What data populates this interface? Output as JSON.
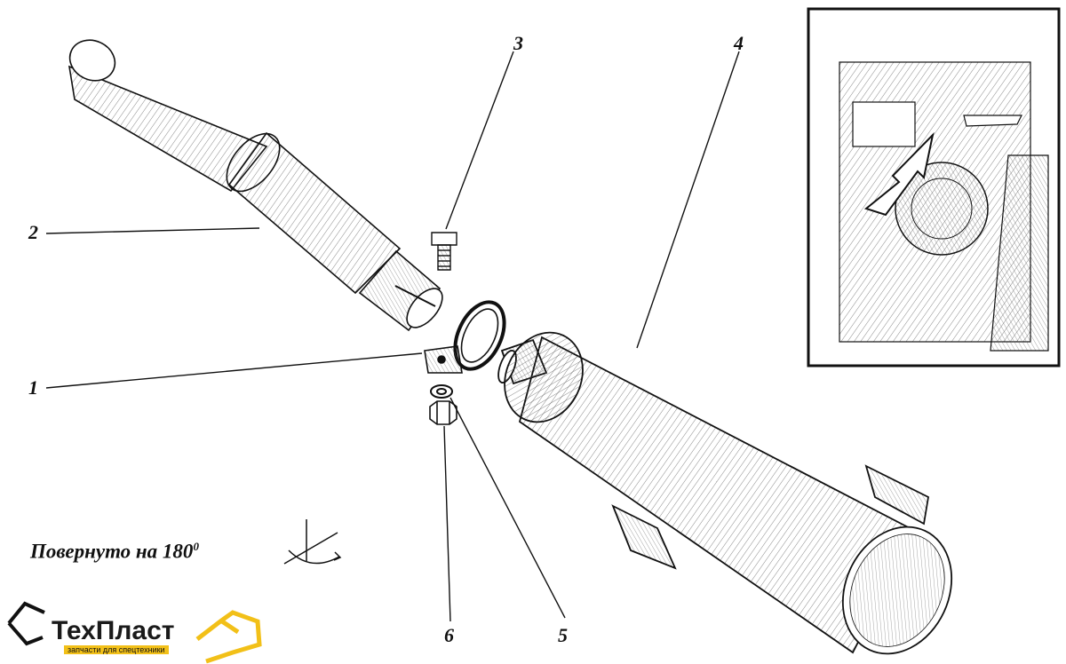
{
  "callouts": [
    {
      "id": "1",
      "label": "1"
    },
    {
      "id": "2",
      "label": "2"
    },
    {
      "id": "3",
      "label": "3"
    },
    {
      "id": "4",
      "label": "4"
    },
    {
      "id": "5",
      "label": "5"
    },
    {
      "id": "6",
      "label": "6"
    }
  ],
  "caption": {
    "text": "Повернуто на 180",
    "superscript": "0"
  },
  "logo": {
    "name": "ТехПласт",
    "tagline": "запчасти для спецтехники",
    "accent_color": "#f2c018"
  },
  "colors": {
    "ink": "#111111",
    "background": "#ffffff"
  }
}
